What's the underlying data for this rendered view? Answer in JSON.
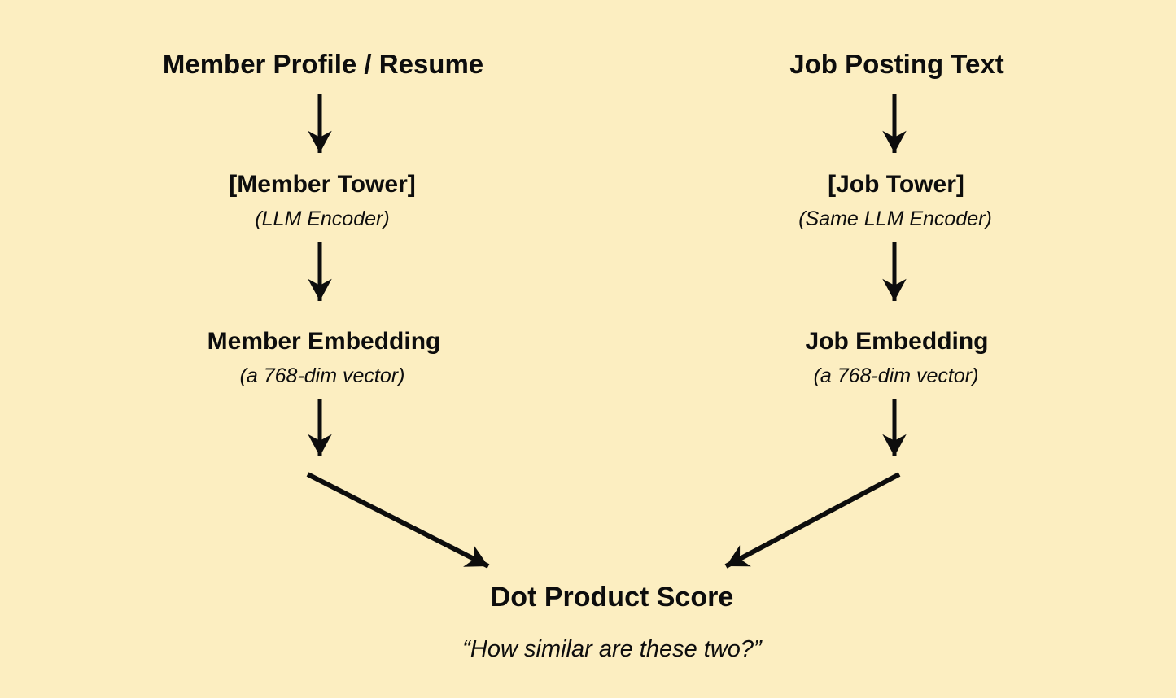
{
  "diagram": {
    "background_color": "#FCEEC1",
    "text_color": "#0d0d0d",
    "left_column": {
      "input_label": "Member Profile / Resume",
      "tower_label": "[Member Tower]",
      "tower_sublabel": "(LLM Encoder)",
      "embedding_label": "Member Embedding",
      "embedding_sublabel": "(a 768-dim vector)"
    },
    "right_column": {
      "input_label": "Job Posting Text",
      "tower_label": "[Job Tower]",
      "tower_sublabel": "(Same LLM Encoder)",
      "embedding_label": "Job Embedding",
      "embedding_sublabel": "(a 768-dim vector)"
    },
    "output": {
      "score_label": "Dot Product Score",
      "score_sublabel": "“How similar are these two?”"
    }
  }
}
